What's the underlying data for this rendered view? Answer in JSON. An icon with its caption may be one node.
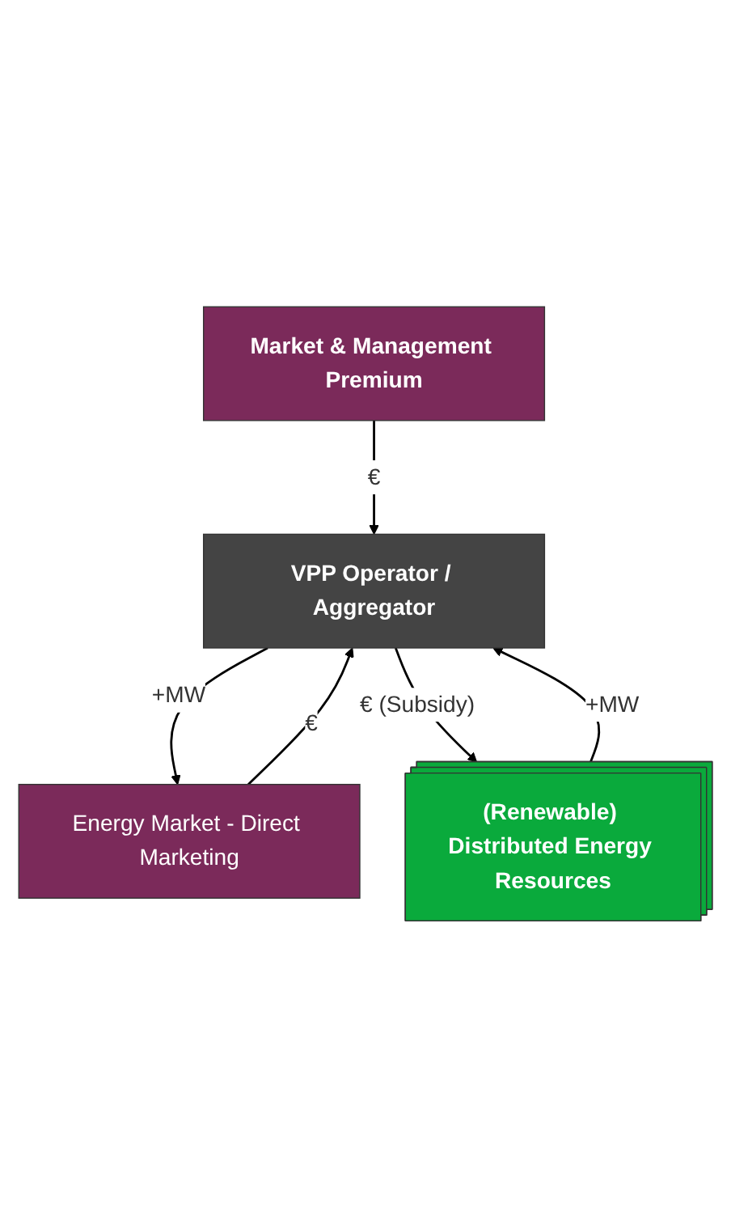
{
  "diagram": {
    "nodes": [
      {
        "text": [
          "Market & Management Premium"
        ]
      },
      {
        "text": [
          "Energy Market - Direct Marketing"
        ]
      },
      {
        "text": [
          "VPP Operator / Aggregator"
        ]
      },
      {
        "text": [
          "(Renewable) Distributed Energy Resources"
        ]
      }
    ],
    "edges": [
      {
        "from": 0,
        "to": 2,
        "arrow": "to",
        "label": "€"
      },
      {
        "from": 1,
        "to": 2,
        "arrow": "to",
        "label": "€"
      },
      {
        "from": 2,
        "to": 1,
        "arrow": "to",
        "label": "+MW"
      },
      {
        "from": 2,
        "to": 3,
        "arrow": "to",
        "label": "€ (Subsidy)"
      },
      {
        "from": 3,
        "to": 2,
        "arrow": "to",
        "label": "+MW"
      }
    ]
  }
}
